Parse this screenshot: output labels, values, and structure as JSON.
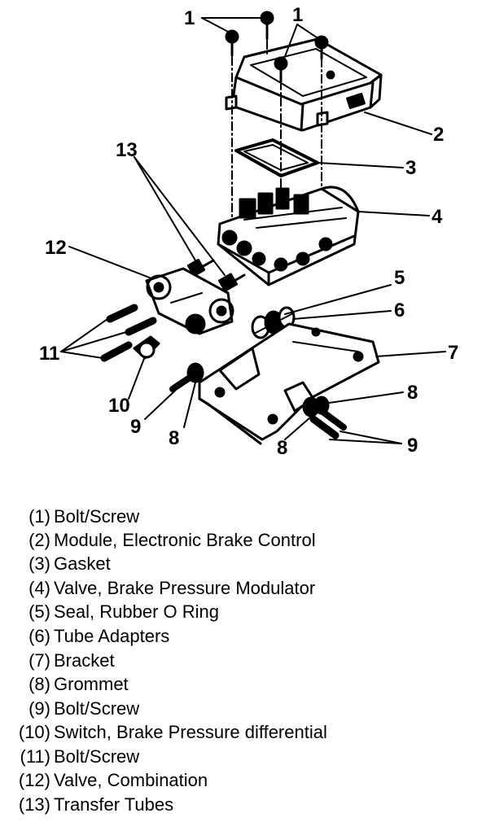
{
  "callouts": {
    "c1a": "1",
    "c1b": "1",
    "c2": "2",
    "c3": "3",
    "c4": "4",
    "c5": "5",
    "c6": "6",
    "c7": "7",
    "c8a": "8",
    "c8b": "8",
    "c8c": "8",
    "c9a": "9",
    "c9b": "9",
    "c10": "10",
    "c11": "11",
    "c12": "12",
    "c13": "13"
  },
  "legend": [
    {
      "num": "(1)",
      "label": "Bolt/Screw"
    },
    {
      "num": "(2)",
      "label": "Module, Electronic Brake Control"
    },
    {
      "num": "(3)",
      "label": "Gasket"
    },
    {
      "num": "(4)",
      "label": "Valve, Brake Pressure Modulator"
    },
    {
      "num": "(5)",
      "label": "Seal, Rubber O Ring"
    },
    {
      "num": "(6)",
      "label": "Tube Adapters"
    },
    {
      "num": "(7)",
      "label": "Bracket"
    },
    {
      "num": "(8)",
      "label": "Grommet"
    },
    {
      "num": "(9)",
      "label": "Bolt/Screw"
    },
    {
      "num": "(10)",
      "label": "Switch, Brake Pressure differential"
    },
    {
      "num": "(11)",
      "label": "Bolt/Screw"
    },
    {
      "num": "(12)",
      "label": "Valve, Combination"
    },
    {
      "num": "(13)",
      "label": "Transfer Tubes"
    }
  ]
}
